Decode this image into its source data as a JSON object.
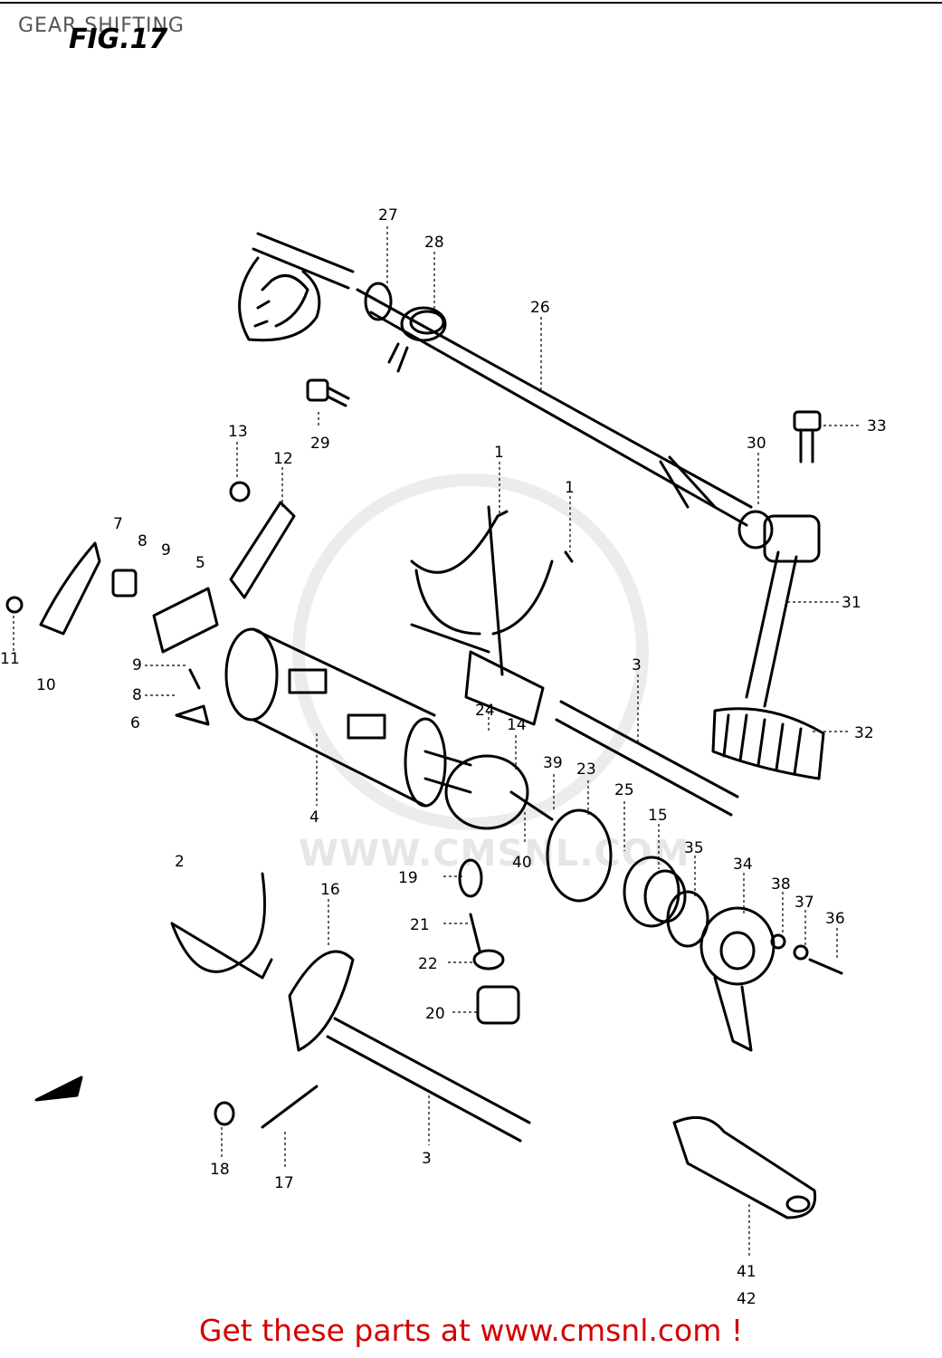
{
  "header": {
    "section_title": "GEAR SHIFTING",
    "figure_label": "FIG.17"
  },
  "watermark": "WWW.CMSNL.COM",
  "footer": {
    "link_text": "Get these parts at www.cmsnl.com !"
  },
  "callouts": {
    "c1a": "1",
    "c1b": "1",
    "c2": "2",
    "c3a": "3",
    "c3b": "3",
    "c4": "4",
    "c5": "5",
    "c6": "6",
    "c7": "7",
    "c8a": "8",
    "c8b": "8",
    "c9a": "9",
    "c9b": "9",
    "c10": "10",
    "c11": "11",
    "c12": "12",
    "c13": "13",
    "c14": "14",
    "c15": "15",
    "c16": "16",
    "c17": "17",
    "c18": "18",
    "c19": "19",
    "c20": "20",
    "c21": "21",
    "c22": "22",
    "c23": "23",
    "c24": "24",
    "c25": "25",
    "c26": "26",
    "c27": "27",
    "c28": "28",
    "c29": "29",
    "c30": "30",
    "c31": "31",
    "c32": "32",
    "c33": "33",
    "c34": "34",
    "c35": "35",
    "c36": "36",
    "c37": "37",
    "c38": "38",
    "c39": "39",
    "c40": "40",
    "c41": "41",
    "c42": "42"
  },
  "colors": {
    "footer_link": "#d40000",
    "line_art": "#000000",
    "watermark": "#e6e6e6"
  }
}
